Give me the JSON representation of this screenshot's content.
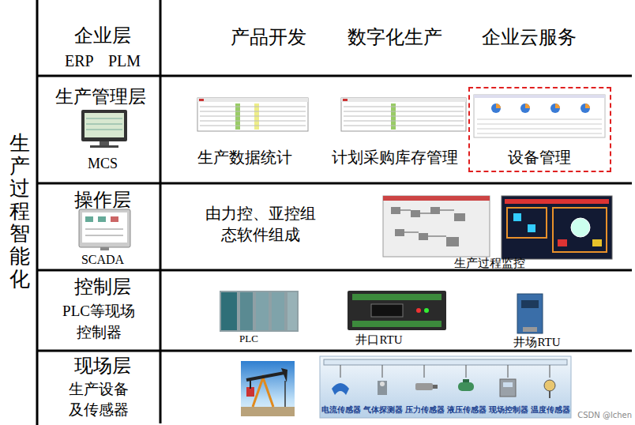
{
  "diagram": {
    "nodes": [
      {
        "text": [
          "设备管理"
        ]
      },
      {
        "text": [
          "电流传感器",
          "气体探测器",
          "压力传感器",
          "液压传感器",
          "现场控制器",
          "温度传感器"
        ]
      }
    ],
    "labels": [
      "企业层",
      "ERP PLM",
      "产品开发",
      "数字化生产",
      "企业云服务",
      "生产管理层",
      "MCS",
      "生产数据统计",
      "计划采购库存管理",
      "操作层",
      "SCADA",
      "由力控、亚控组态软件组成",
      "生产过程监控",
      "控制层",
      "PLC等现场控制器",
      "PLC",
      "井口RTU",
      "井场RTU",
      "现场层",
      "生产设备及传感器",
      "生产过程智能化",
      "CSDN @lchen"
    ]
  }
}
